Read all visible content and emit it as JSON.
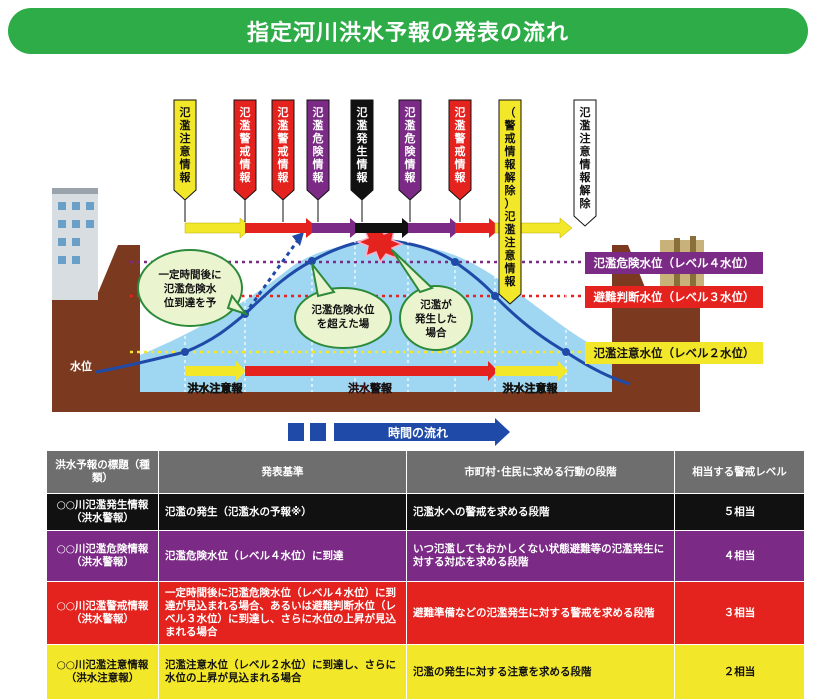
{
  "title": "指定河川洪水予報の発表の流れ",
  "colors": {
    "green": "#2dac48",
    "yellow": "#f3e72a",
    "red": "#e4231f",
    "purple": "#7b2a86",
    "black": "#111111",
    "ground": "#7b3a1f",
    "water": "#9fd6f2"
  },
  "info_flags": [
    {
      "label": "氾濫注意情報",
      "color": "#f3e72a",
      "text_color": "#111111"
    },
    {
      "label": "氾濫警戒情報",
      "color": "#e4231f",
      "text_color": "#ffffff"
    },
    {
      "label": "氾濫警戒情報",
      "color": "#e4231f",
      "text_color": "#ffffff"
    },
    {
      "label": "氾濫危険情報",
      "color": "#7b2a86",
      "text_color": "#ffffff"
    },
    {
      "label": "氾濫発生情報",
      "color": "#111111",
      "text_color": "#ffffff"
    },
    {
      "label": "氾濫危険情報",
      "color": "#7b2a86",
      "text_color": "#ffffff"
    },
    {
      "label": "氾濫警戒情報",
      "color": "#e4231f",
      "text_color": "#ffffff"
    },
    {
      "label": "（警戒情報解除）氾濫注意情報",
      "color": "#f3e72a",
      "text_color": "#111111"
    },
    {
      "label": "氾濫注意情報解除",
      "color": "#ffffff",
      "text_color": "#111111"
    }
  ],
  "callouts": {
    "predict": "一定時間後に氾濫危険水位到達を予測",
    "exceed": "氾濫危険水位を超えた場合",
    "flood": "氾濫が発生した場合"
  },
  "levels": {
    "danger": "氾濫危険水位（レベル４水位）",
    "judge": "避難判断水位（レベル３水位）",
    "caution": "氾濫注意水位（レベル２水位）"
  },
  "water_label": "水位",
  "bottom_bands": {
    "left": "洪水注意報",
    "center": "洪水警報",
    "right": "洪水注意報"
  },
  "time_flow": "時間の流れ",
  "table": {
    "headers": [
      "洪水予報の標題（種類）",
      "発表基準",
      "市町村･住民に求める行動の段階",
      "相当する警戒レベル"
    ],
    "rows": [
      {
        "title": "○○川氾濫発生情報（洪水警報）",
        "criteria": "氾濫の発生（氾濫水の予報※）",
        "action": "氾濫水への警戒を求める段階",
        "level": "５相当"
      },
      {
        "title": "○○川氾濫危険情報（洪水警報）",
        "criteria": "氾濫危険水位（レベル４水位）に到達",
        "action": "いつ氾濫してもおかしくない状態避難等の氾濫発生に対する対応を求める段階",
        "level": "４相当"
      },
      {
        "title": "○○川氾濫警戒情報（洪水警報）",
        "criteria": "一定時間後に氾濫危険水位（レベル４水位）に到達が見込まれる場合、あるいは避難判断水位（レベル３水位）に到達し、さらに水位の上昇が見込まれる場合",
        "action": "避難準備などの氾濫発生に対する警戒を求める段階",
        "level": "３相当"
      },
      {
        "title": "○○川氾濫注意情報（洪水注意報）",
        "criteria": "氾濫注意水位（レベル２水位）に到達し、さらに水位の上昇が見込まれる場合",
        "action": "氾濫の発生に対する注意を求める段階",
        "level": "２相当"
      }
    ]
  }
}
